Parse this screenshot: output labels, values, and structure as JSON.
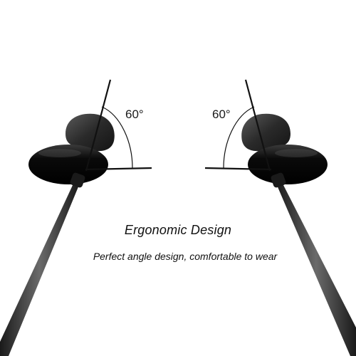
{
  "product": {
    "angle_left": "60°",
    "angle_right": "60°",
    "headline": "Ergonomic Design",
    "subline": "Perfect angle design, comfortable to wear"
  },
  "colors": {
    "background": "#ffffff",
    "earbud_body": "#0d0d0d",
    "ear_tip": "#2a2a2a",
    "cable": "#3a3a3a",
    "guide_line": "#111111"
  }
}
